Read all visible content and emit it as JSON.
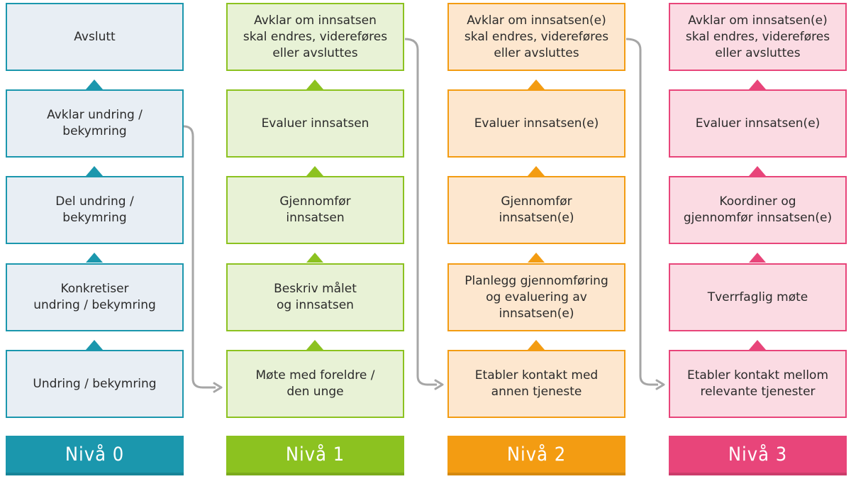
{
  "columns": [
    {
      "level": "Nivå 0",
      "color": "#1b97ad",
      "box_bg": "#e8eef4",
      "steps": [
        "Avslutt",
        "Avklar undring /\nbekymring",
        "Del undring /\nbekymring",
        "Konkretiser\nundring / bekymring",
        "Undring / bekymring"
      ]
    },
    {
      "level": "Nivå 1",
      "color": "#8cc220",
      "box_bg": "#e8f2d6",
      "steps": [
        "Avklar om innsatsen\nskal endres, videreføres\neller avsluttes",
        "Evaluer innsatsen",
        "Gjennomfør\ninnsatsen",
        "Beskriv målet\nog innsatsen",
        "Møte med foreldre /\nden unge"
      ]
    },
    {
      "level": "Nivå 2",
      "color": "#f39c12",
      "box_bg": "#fde7cf",
      "steps": [
        "Avklar om innsatsen(e)\nskal endres, videreføres\neller avsluttes",
        "Evaluer innsatsen(e)",
        "Gjennomfør\ninnsatsen(e)",
        "Planlegg gjennomføring\nog evaluering av\ninnsatsen(e)",
        "Etabler kontakt med\nannen tjeneste"
      ]
    },
    {
      "level": "Nivå 3",
      "color": "#e8457a",
      "box_bg": "#fbdbe3",
      "steps": [
        "Avklar om innsatsen(e)\nskal endres, videreføres\neller avsluttes",
        "Evaluer innsatsen(e)",
        "Koordiner og\ngjennomfør innsatsen(e)",
        "Tverrfaglig møte",
        "Etabler kontakt mellom\nrelevante tjenester"
      ]
    }
  ],
  "connector_color": "#a6a6a6"
}
